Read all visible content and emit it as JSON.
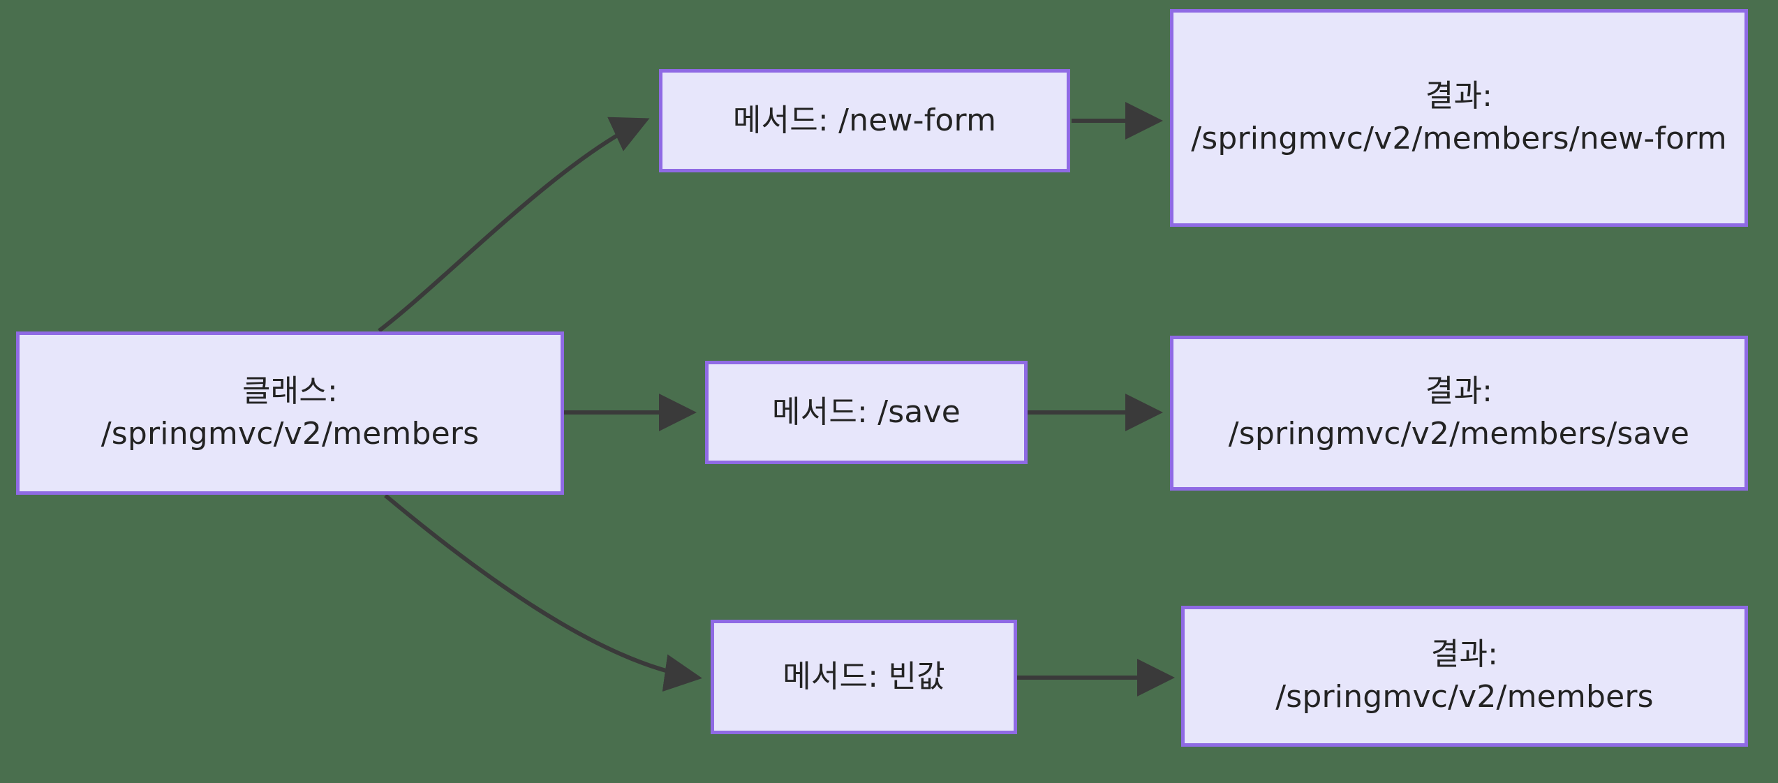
{
  "diagram": {
    "type": "flowchart",
    "title": "SpringMVC V2 URL mapping flow",
    "background_color": "#4a6f4e",
    "node_fill_color": "#e7e6fb",
    "node_border_color": "#8f6ae4",
    "edge_color": "#3a3a3a",
    "text_color": "#232323",
    "nodes": [
      {
        "id": "class",
        "label": "클래스:\n/springmvc/v2/members",
        "role": "class-mapping"
      },
      {
        "id": "method_newform",
        "label": "메서드: /new-form",
        "role": "method-mapping"
      },
      {
        "id": "method_save",
        "label": "메서드: /save",
        "role": "method-mapping"
      },
      {
        "id": "method_empty",
        "label": "메서드: 빈값",
        "role": "method-mapping"
      },
      {
        "id": "result_newform",
        "label": "결과:\n/springmvc/v2/members/new-form",
        "role": "result"
      },
      {
        "id": "result_save",
        "label": "결과:\n/springmvc/v2/members/save",
        "role": "result"
      },
      {
        "id": "result_members",
        "label": "결과:\n/springmvc/v2/members",
        "role": "result"
      }
    ],
    "edges": [
      {
        "id": "e1",
        "from": "class",
        "to": "method_newform",
        "style": "curved",
        "arrow": "triangle"
      },
      {
        "id": "e2",
        "from": "class",
        "to": "method_save",
        "style": "straight",
        "arrow": "triangle"
      },
      {
        "id": "e3",
        "from": "class",
        "to": "method_empty",
        "style": "curved",
        "arrow": "triangle"
      },
      {
        "id": "e4",
        "from": "method_newform",
        "to": "result_newform",
        "style": "straight",
        "arrow": "triangle"
      },
      {
        "id": "e5",
        "from": "method_save",
        "to": "result_save",
        "style": "straight",
        "arrow": "triangle"
      },
      {
        "id": "e6",
        "from": "method_empty",
        "to": "result_members",
        "style": "straight",
        "arrow": "triangle"
      }
    ]
  }
}
